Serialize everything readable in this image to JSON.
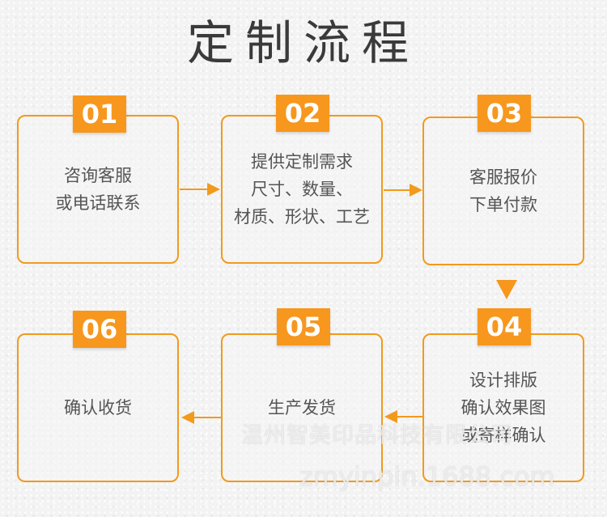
{
  "title": "定制流程",
  "steps": [
    {
      "number": "01",
      "text": "咨询客服\n或电话联系"
    },
    {
      "number": "02",
      "text": "提供定制需求\n尺寸、数量、\n材质、形状、工艺"
    },
    {
      "number": "03",
      "text": "客服报价\n下单付款"
    },
    {
      "number": "04",
      "text": "设计排版\n确认效果图\n或寄样确认"
    },
    {
      "number": "05",
      "text": "生产发货"
    },
    {
      "number": "06",
      "text": "确认收货"
    }
  ],
  "watermark": {
    "company": "温州智美印品科技有限公司",
    "url": "zmyinpin.1688.com"
  },
  "colors": {
    "accent": "#f7971e",
    "border": "#f29a1c",
    "text": "#555555"
  }
}
